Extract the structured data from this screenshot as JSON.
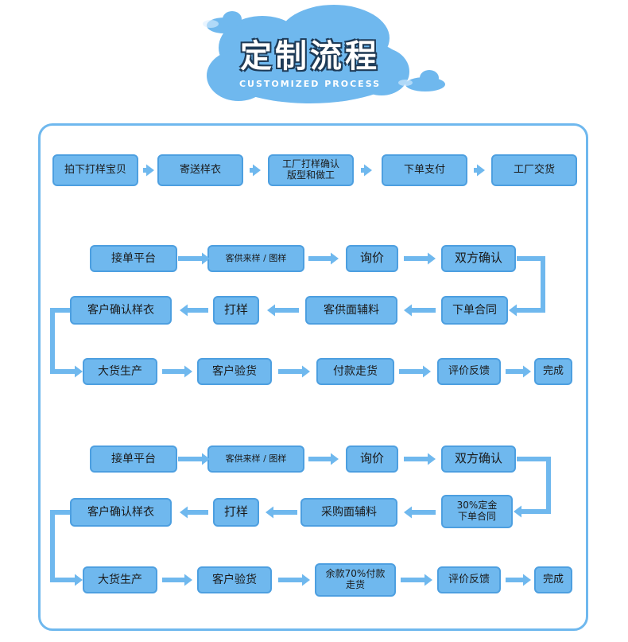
{
  "header": {
    "title": "定制流程",
    "subtitle": "CUSTOMIZED PROCESS"
  },
  "colors": {
    "accent": "#6fb8ee",
    "accent_dark": "#4d9fe0",
    "text": "#1a1a1a"
  },
  "flow1": [
    "拍下打样宝贝",
    "寄送样衣",
    "工厂打样确认\n版型和做工",
    "下单支付",
    "工厂交货"
  ],
  "flow2": {
    "row1": [
      "接单平台",
      "客供来样 / 图样",
      "询价",
      "双方确认"
    ],
    "row2": [
      "下单合同",
      "客供面辅料",
      "打样",
      "客户确认样衣"
    ],
    "row3": [
      "大货生产",
      "客户验货",
      "付款走货",
      "评价反馈",
      "完成"
    ]
  },
  "flow3": {
    "row1": [
      "接单平台",
      "客供来样 / 图样",
      "询价",
      "双方确认"
    ],
    "row2": [
      "30%定金\n下单合同",
      "采购面辅料",
      "打样",
      "客户确认样衣"
    ],
    "row3": [
      "大货生产",
      "客户验货",
      "余款70%付款\n走货",
      "评价反馈",
      "完成"
    ]
  }
}
